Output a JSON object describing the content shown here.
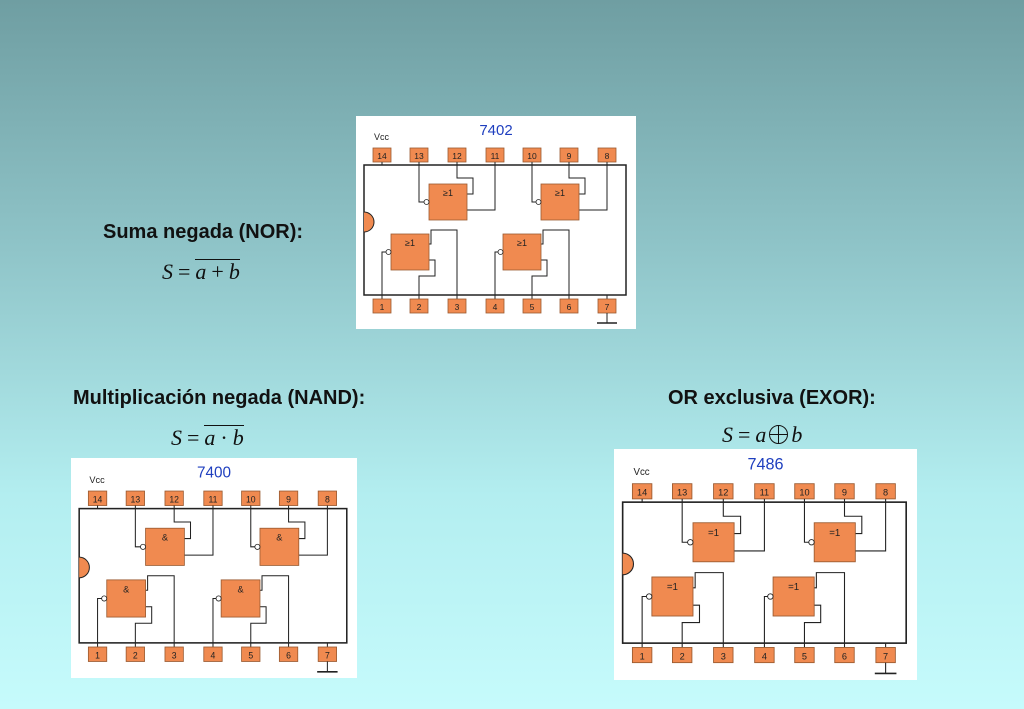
{
  "nor": {
    "heading": "Suma negada (NOR):",
    "formula": {
      "s": "S",
      "eq": "=",
      "a": "a",
      "op": "+",
      "b": "b"
    },
    "chip": {
      "label": "7402",
      "vcc": "Vcc",
      "gate": "≥1",
      "top_pins": [
        "14",
        "13",
        "12",
        "11",
        "10",
        "9",
        "8"
      ],
      "bottom_pins": [
        "1",
        "2",
        "3",
        "4",
        "5",
        "6",
        "7"
      ]
    }
  },
  "nand": {
    "heading": "Multiplicación negada (NAND):",
    "formula": {
      "s": "S",
      "eq": "=",
      "a": "a",
      "op": "·",
      "b": "b"
    },
    "chip": {
      "label": "7400",
      "vcc": "Vcc",
      "gate": "&",
      "top_pins": [
        "14",
        "13",
        "12",
        "11",
        "10",
        "9",
        "8"
      ],
      "bottom_pins": [
        "1",
        "2",
        "3",
        "4",
        "5",
        "6",
        "7"
      ]
    }
  },
  "exor": {
    "heading": "OR exclusiva (EXOR):",
    "formula": {
      "s": "S",
      "eq": "=",
      "a": "a",
      "b": "b"
    },
    "chip": {
      "label": "7486",
      "vcc": "Vcc",
      "gate": "=1",
      "top_pins": [
        "14",
        "13",
        "12",
        "11",
        "10",
        "9",
        "8"
      ],
      "bottom_pins": [
        "1",
        "2",
        "3",
        "4",
        "5",
        "6",
        "7"
      ]
    }
  },
  "colors": {
    "pin_fill": "#f08a50",
    "chip_label": "#1f3fbf",
    "gate_fill": "#f08a50"
  }
}
